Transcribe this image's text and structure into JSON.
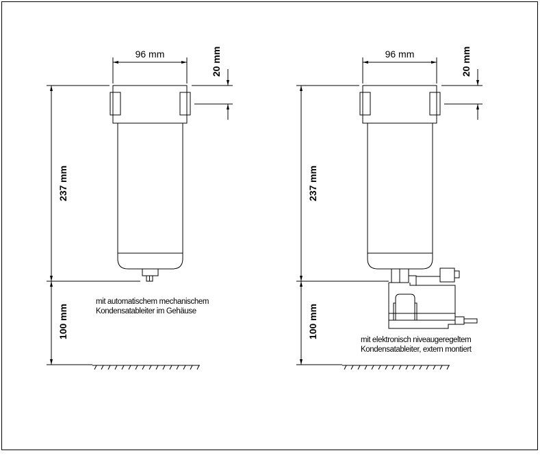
{
  "left_drawing": {
    "width_label": "96 mm",
    "head_label": "20 mm",
    "height_label": "237 mm",
    "clearance_label": "100 mm",
    "note_line1": "mit automatischem mechanischem",
    "note_line2": "Kondensatableiter im Gehäuse"
  },
  "right_drawing": {
    "width_label": "96 mm",
    "head_label": "20 mm",
    "height_label": "237 mm",
    "clearance_label": "100 mm",
    "note_line1": "mit elektronisch niveaugeregeltem",
    "note_line2": "Kondensatableiter, extern montiert"
  }
}
